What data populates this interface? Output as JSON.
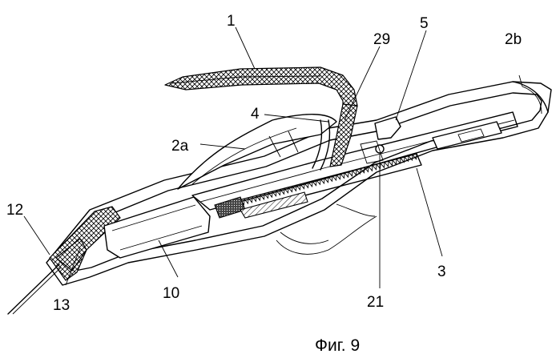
{
  "figure": {
    "caption": "Фиг. 9",
    "labels": {
      "l1": "1",
      "l2a": "2a",
      "l2b": "2b",
      "l3": "3",
      "l4": "4",
      "l5": "5",
      "l10": "10",
      "l12": "12",
      "l13": "13",
      "l21": "21",
      "l29": "29"
    }
  }
}
